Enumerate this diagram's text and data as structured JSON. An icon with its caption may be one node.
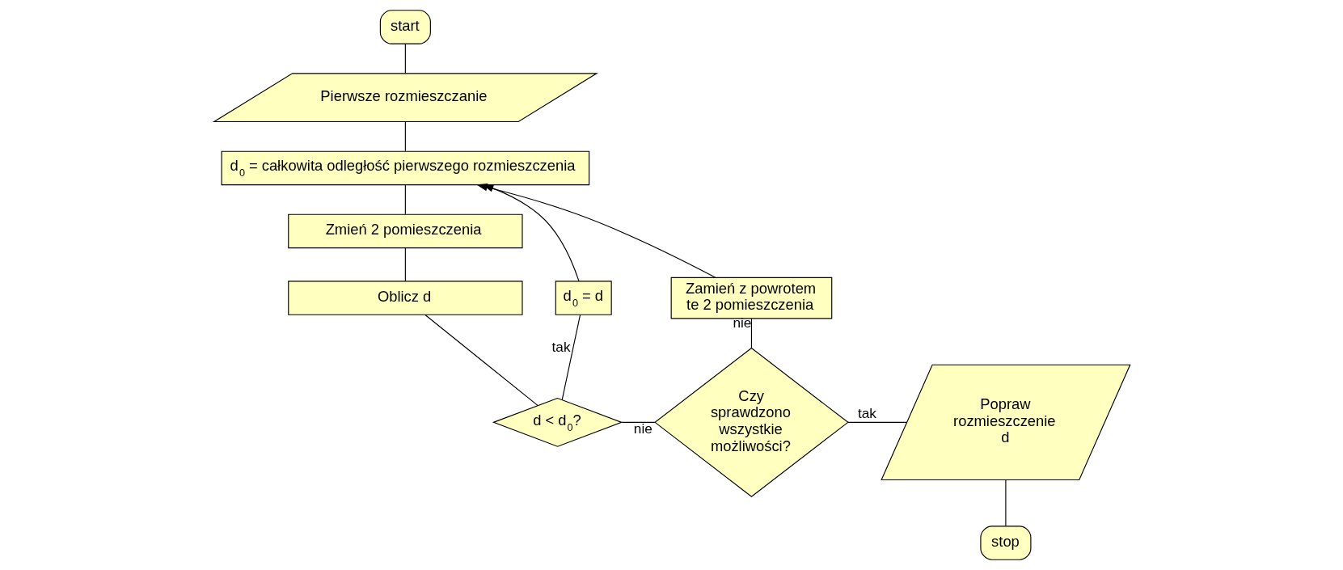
{
  "diagram": {
    "nodes": [
      {
        "text": [
          "start"
        ]
      },
      {
        "text": [
          "Pierwsze rozmieszczanie"
        ]
      },
      {
        "text": [
          "d$_{0}$ = całkowita odległość pierwszego rozmieszczenia"
        ]
      },
      {
        "text": [
          "Zmień 2 pomieszczenia"
        ]
      },
      {
        "text": [
          "Oblicz d"
        ]
      },
      {
        "text": [
          "d < d$_{0}$?"
        ]
      },
      {
        "text": [
          "d$_{0}$ = d"
        ]
      },
      {
        "text": [
          "Zamień z powrotem te 2 pomieszczenia"
        ]
      },
      {
        "text": [
          "Czy sprawdzono wszystkie możliwości?"
        ]
      },
      {
        "text": [
          "Popraw rozmieszczenie d"
        ]
      },
      {
        "text": [
          "stop"
        ]
      }
    ],
    "edges": [
      {
        "from": 0,
        "to": 1,
        "arrow": "none"
      },
      {
        "from": 1,
        "to": 2,
        "arrow": "none"
      },
      {
        "from": 6,
        "to": 2,
        "arrow": "to"
      },
      {
        "from": 7,
        "to": 2,
        "arrow": "to"
      },
      {
        "from": 2,
        "to": 3,
        "arrow": "none"
      },
      {
        "from": 3,
        "to": 4,
        "arrow": "none"
      },
      {
        "from": 4,
        "to": 5,
        "arrow": "none"
      },
      {
        "from": 5,
        "to": 6,
        "arrow": "none",
        "label": "tak"
      },
      {
        "from": 5,
        "to": 8,
        "arrow": "none",
        "label": "nie"
      },
      {
        "from": 8,
        "to": 7,
        "arrow": "none",
        "label": "nie"
      },
      {
        "from": 8,
        "to": 9,
        "arrow": "none",
        "label": "tak"
      },
      {
        "from": 9,
        "to": 10,
        "arrow": "none"
      }
    ]
  }
}
